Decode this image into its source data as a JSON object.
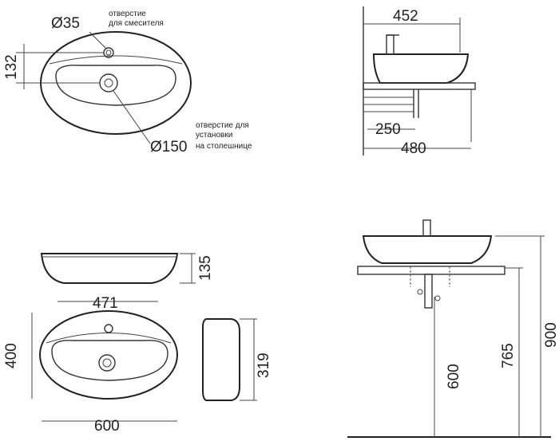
{
  "top_view": {
    "mixer_diameter": "Ø35",
    "mixer_note_1": "отверстие",
    "mixer_note_2": "для смесителя",
    "offset": "132",
    "drain_diameter": "Ø150",
    "drain_note_1": "отверстие для",
    "drain_note_2": "установки",
    "drain_note_3": "на столешнице"
  },
  "side_view": {
    "width_top": "452",
    "depth_lower": "250",
    "width_bottom": "480"
  },
  "front_view": {
    "height": "135",
    "bottom_width": "471"
  },
  "plan_view": {
    "depth": "400",
    "width": "600"
  },
  "profile_view": {
    "height": "319"
  },
  "elevation_view": {
    "floor_to_drain": "600",
    "floor_to_counter": "765",
    "floor_to_rim": "900"
  }
}
